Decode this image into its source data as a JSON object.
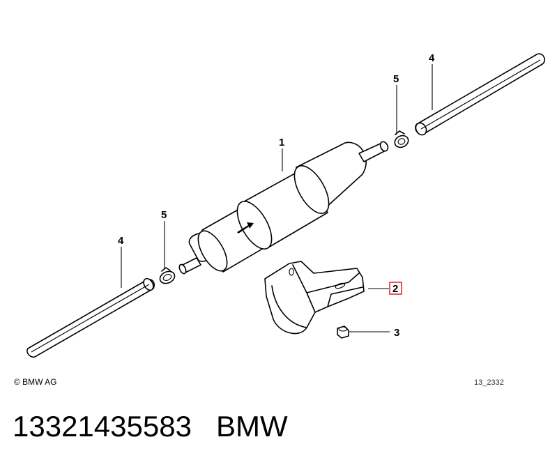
{
  "diagram": {
    "callouts": {
      "filter": "1",
      "bracket": "2",
      "nut": "3",
      "hose_right": "4",
      "hose_left": "4",
      "clamp_right": "5",
      "clamp_left": "5"
    },
    "copyright": "© BMW AG",
    "drawing_id": "13_2332",
    "highlight_color": "#e03030"
  },
  "footer": {
    "part_number": "13321435583",
    "brand": "BMW"
  }
}
